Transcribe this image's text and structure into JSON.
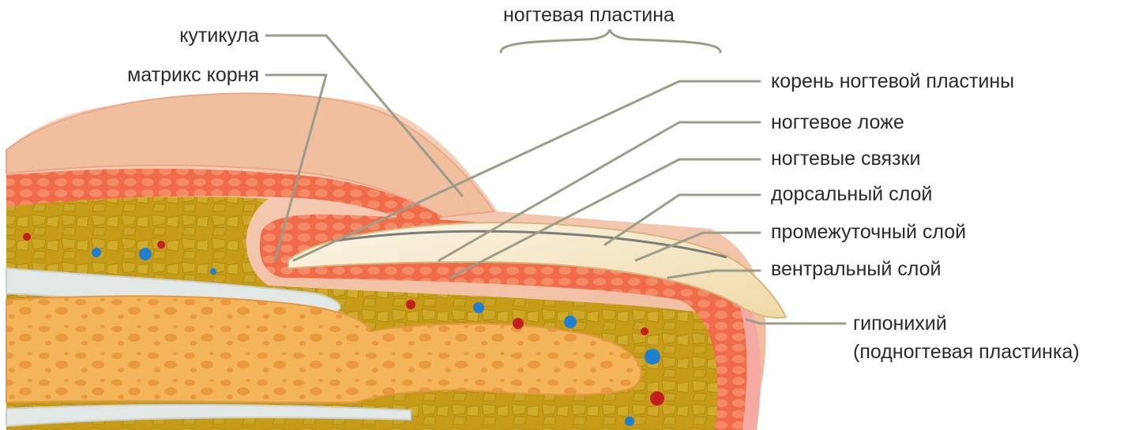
{
  "labels": {
    "cuticle": "кутикула",
    "root_matrix": "матрикс корня",
    "nail_plate": "ногтевая пластина",
    "nail_root": "корень ногтевой пластины",
    "nail_bed": "ногтевое ложе",
    "nail_ligaments": "ногтевые связки",
    "dorsal_layer": "дорсальный слой",
    "intermediate_layer": "промежуточный слой",
    "ventral_layer": "вентральный слой",
    "hyponychium_line1": "гипонихий",
    "hyponychium_line2": "(подногтевая пластинка)"
  },
  "colors": {
    "leader_line": "#9b9d88",
    "skin": "#f3c3a6",
    "dermis_red": "#ef6b4a",
    "fat_yellow": "#c9a01c",
    "bone": "#f3b45a",
    "nail": "#f6ecd4",
    "tendon": "#dfe6e6",
    "vessel_blue": "#1f7fd0",
    "vessel_red": "#c41e1e"
  }
}
